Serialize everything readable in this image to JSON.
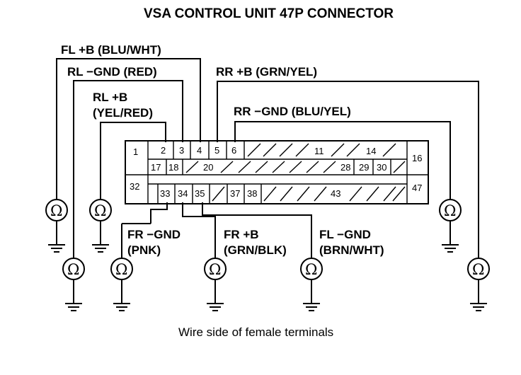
{
  "title": "VSA CONTROL UNIT 47P CONNECTOR",
  "caption": "Wire side of female terminals",
  "labels": {
    "fl_b_line1": "FL +B (BLU/WHT)",
    "rl_gnd_line1": "RL −GND (RED)",
    "rl_b_line1": "RL +B",
    "rl_b_line2": "(YEL/RED)",
    "rr_b_line1": "RR +B (GRN/YEL)",
    "rr_gnd_line1": "RR −GND (BLU/YEL)",
    "fr_gnd_line1": "FR −GND",
    "fr_gnd_line2": "(PNK)",
    "fr_b_line1": "FR +B",
    "fr_b_line2": "(GRN/BLK)",
    "fl_gnd_line1": "FL −GND",
    "fl_gnd_line2": "(BRN/WHT)"
  },
  "meter_symbol": "Ω",
  "pins": {
    "p1": "1",
    "p2": "2",
    "p3": "3",
    "p4": "4",
    "p5": "5",
    "p6": "6",
    "p11": "11",
    "p14": "14",
    "p16": "16",
    "p17": "17",
    "p18": "18",
    "p20": "20",
    "p28": "28",
    "p29": "29",
    "p30": "30",
    "p32": "32",
    "p33": "33",
    "p34": "34",
    "p35": "35",
    "p37": "37",
    "p38": "38",
    "p43": "43",
    "p47": "47"
  }
}
